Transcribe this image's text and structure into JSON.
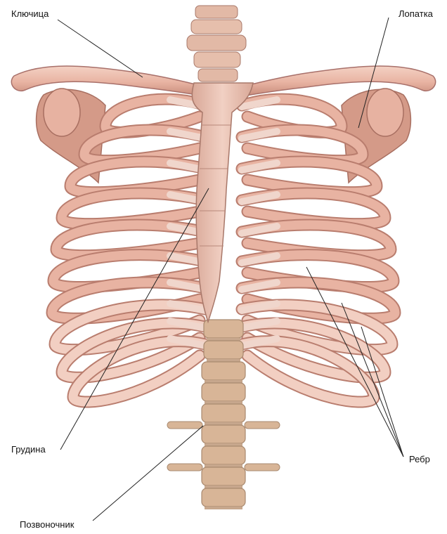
{
  "labels": {
    "clavicle": "Ключица",
    "scapula": "Лопатка",
    "sternum": "Грудина",
    "ribs": "Ребр",
    "spine": "Позвоночник"
  },
  "colors": {
    "bone": "#e8b3a2",
    "bone_light": "#f2cfc2",
    "bone_shadow": "#b97d6e",
    "cartilage": "#f0d6cc",
    "spine": "#d8b597",
    "spine_shadow": "#a98a70",
    "leader_line": "#222222"
  }
}
